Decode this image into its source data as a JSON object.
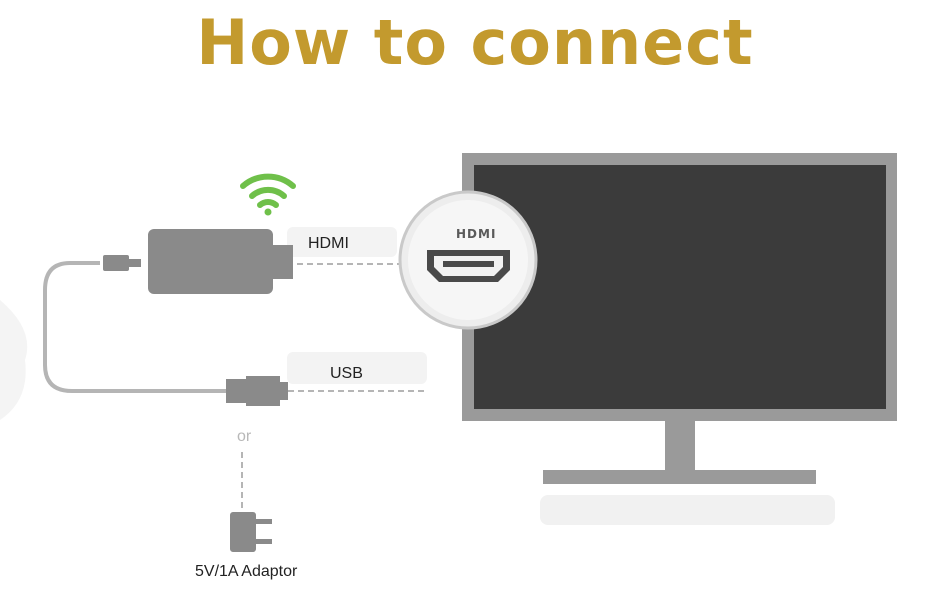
{
  "title": "How to connect",
  "labels": {
    "hdmi": "HDMI",
    "usb": "USB",
    "or": "or",
    "adaptor": "5V/1A Adaptor"
  },
  "port_label": "HDMI",
  "icons": {
    "wifi": "wifi-icon",
    "dongle": "dongle-icon",
    "usb_plug": "usb-plug-icon",
    "adaptor": "power-adaptor-icon",
    "hdmi_port": "hdmi-port-icon",
    "monitor": "monitor-icon"
  },
  "colors": {
    "title": "#c39a2e",
    "wifi": "#6fc04a",
    "device": "#8a8a8a",
    "screen": "#3b3b3b",
    "frame": "#9a9a9a",
    "cable": "#b5b5b5"
  }
}
